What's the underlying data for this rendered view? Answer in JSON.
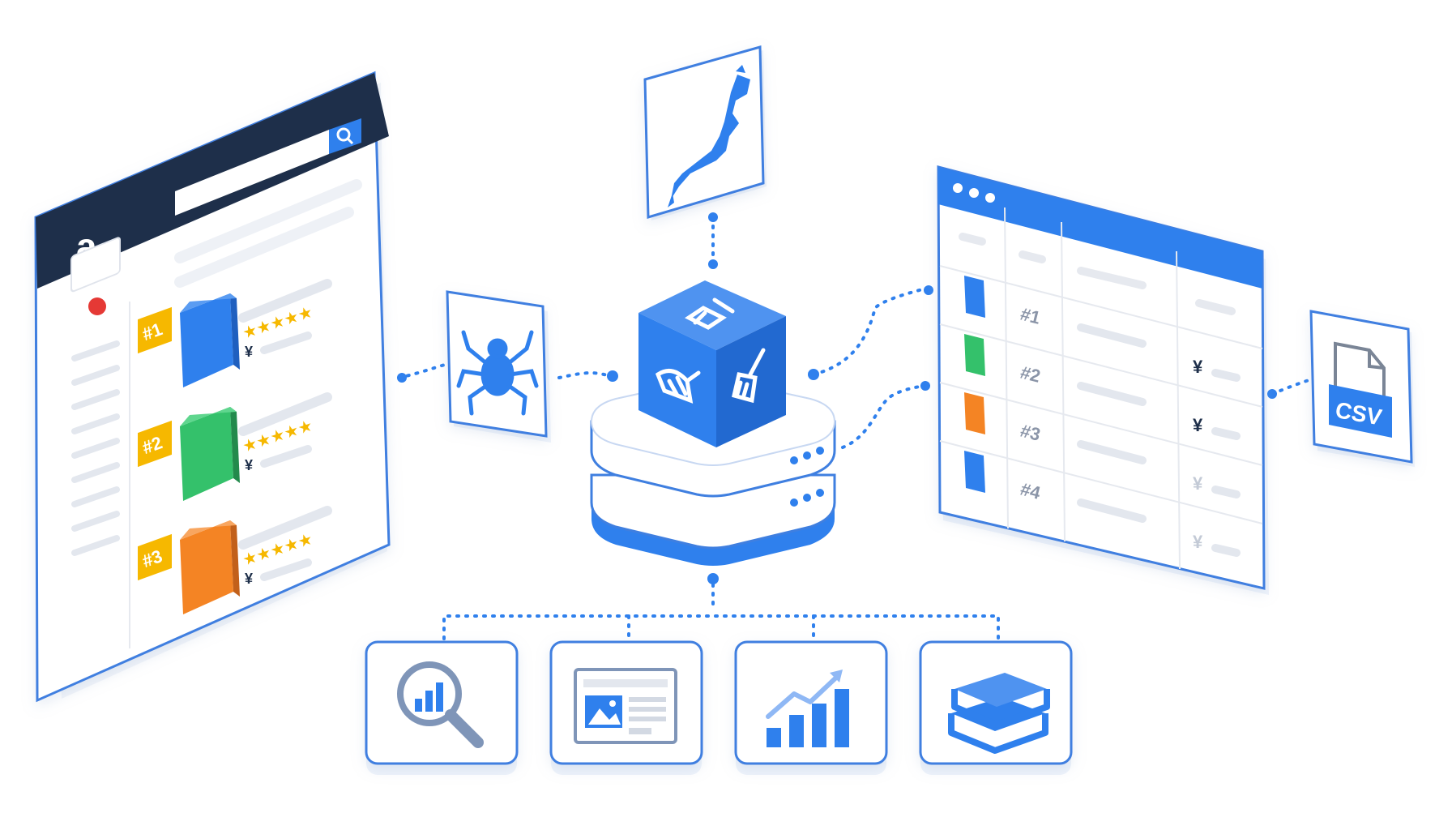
{
  "colors": {
    "primary": "#2f80ed",
    "primary_dark": "#1f5fbf",
    "navy": "#1e2f4a",
    "green": "#34c16b",
    "orange": "#f48424",
    "gold": "#f6b800",
    "red": "#e53935",
    "gray_line": "#e6e9ef",
    "card_border": "#5b8fe6"
  },
  "store_page": {
    "logo_letter": "a",
    "rank_badges": [
      "#1",
      "#2",
      "#3"
    ],
    "books": [
      {
        "color": "#2f80ed"
      },
      {
        "color": "#34c16b"
      },
      {
        "color": "#f48424"
      }
    ],
    "stars": "★★★★★",
    "price_symbol": "¥"
  },
  "table_window": {
    "rows": [
      {
        "rank": "#1",
        "book_color": "#2f80ed",
        "price": ""
      },
      {
        "rank": "#2",
        "book_color": "#34c16b",
        "price": "¥"
      },
      {
        "rank": "#3",
        "book_color": "#f48424",
        "price": "¥"
      },
      {
        "rank": "#4",
        "book_color": "#2f80ed",
        "price": "¥"
      },
      {
        "rank": "",
        "book_color": "",
        "price": "¥"
      }
    ]
  },
  "csv_card": {
    "label": "CSV"
  },
  "bottom_cards": [
    {
      "icon": "magnifier-chart-icon"
    },
    {
      "icon": "article-image-icon"
    },
    {
      "icon": "growth-chart-icon"
    },
    {
      "icon": "book-stack-icon"
    }
  ]
}
